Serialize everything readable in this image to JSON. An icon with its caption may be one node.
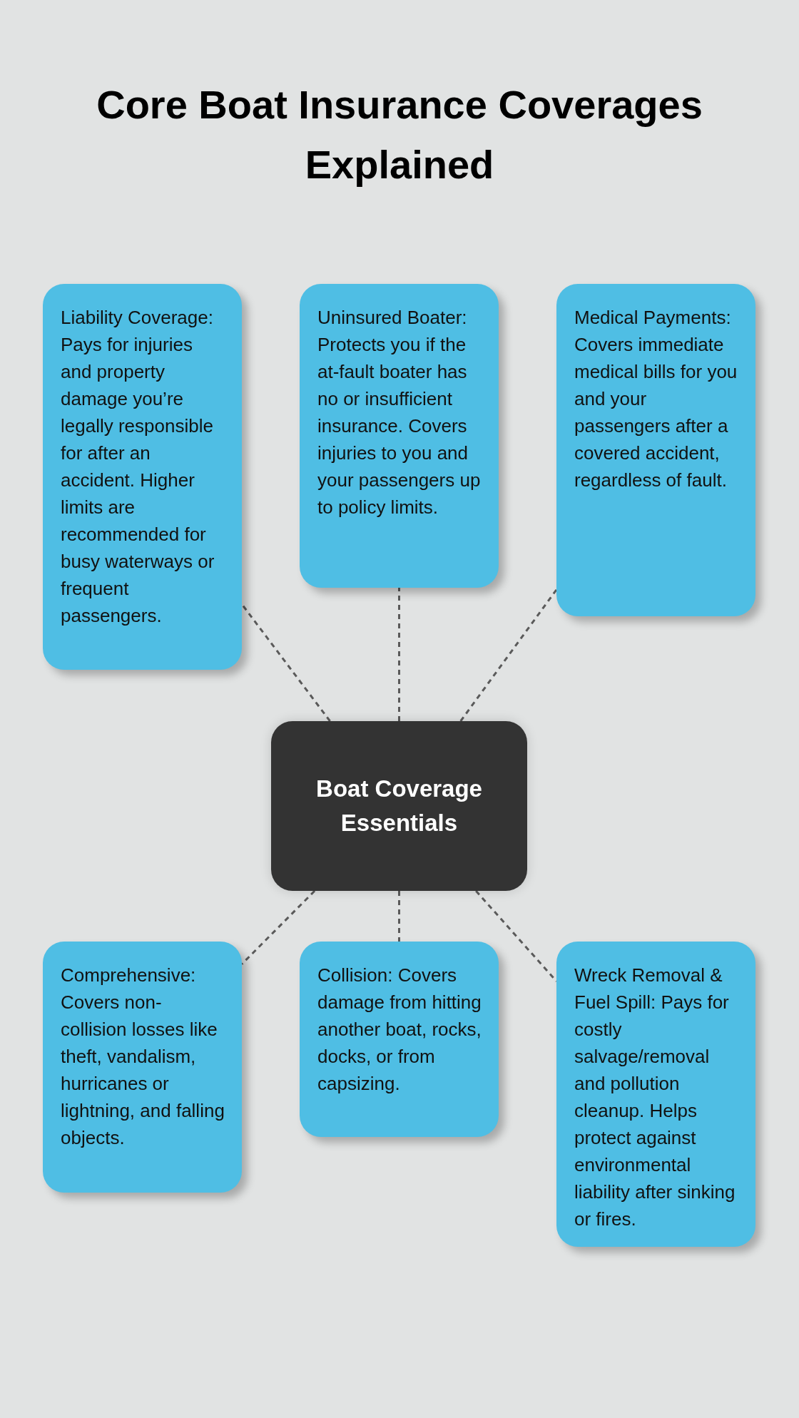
{
  "diagram": {
    "title": "Core Boat Insurance Coverages Explained",
    "nodes": [
      {
        "text": [
          "Liability Coverage: Pays for injuries and property damage you’re legally responsible for after an accident. Higher limits are recommended for busy waterways or frequent passengers."
        ]
      },
      {
        "text": [
          "Uninsured Boater: Protects you if the at-fault boater has no or insufficient insurance. Covers injuries to you and your passengers up to policy limits."
        ]
      },
      {
        "text": [
          "Medical Payments: Covers immediate medical bills for you and your passengers after a covered accident, regardless of fault."
        ]
      },
      {
        "text": [
          "Boat Coverage Essentials"
        ]
      },
      {
        "text": [
          "Comprehensive: Covers non-collision losses like theft, vandalism, hurricanes or lightning, and falling objects."
        ]
      },
      {
        "text": [
          "Collision: Covers damage from hitting another boat, rocks, docks, or from capsizing."
        ]
      },
      {
        "text": [
          "Wreck Removal & Fuel Spill: Pays for costly salvage/removal and pollution cleanup. Helps protect against environmental liability after sinking or fires."
        ]
      }
    ],
    "edges": [
      {
        "from": 3,
        "to": 0,
        "arrow": "none",
        "style": "dashed"
      },
      {
        "from": 3,
        "to": 1,
        "arrow": "none",
        "style": "dashed"
      },
      {
        "from": 3,
        "to": 2,
        "arrow": "none",
        "style": "dashed"
      },
      {
        "from": 3,
        "to": 4,
        "arrow": "none",
        "style": "dashed"
      },
      {
        "from": 3,
        "to": 5,
        "arrow": "none",
        "style": "dashed"
      },
      {
        "from": 3,
        "to": 6,
        "arrow": "none",
        "style": "dashed"
      }
    ]
  }
}
